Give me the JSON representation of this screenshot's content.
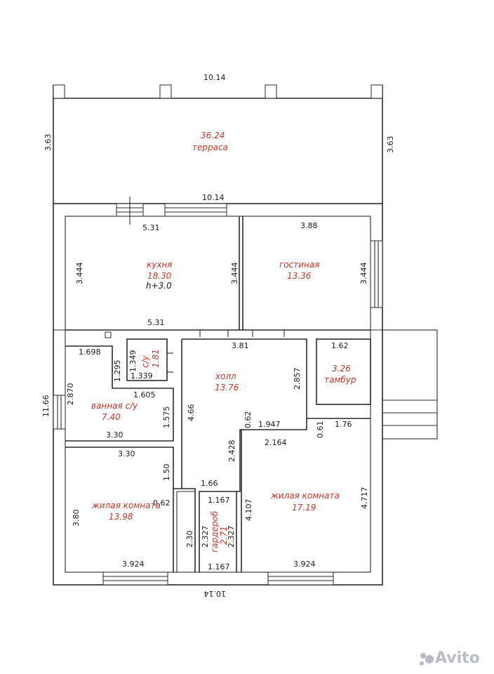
{
  "plan": {
    "rooms": {
      "terrace": {
        "area": "36.24",
        "name": "терраса"
      },
      "kitchen": {
        "name": "кухня",
        "area": "18.30",
        "height": "h+3.0"
      },
      "living": {
        "name": "гостиная",
        "area": "13.36"
      },
      "wc": {
        "name": "с/у",
        "area": "1.81"
      },
      "hall": {
        "name": "холл",
        "area": "13.76"
      },
      "vestibule": {
        "area": "3.26",
        "name": "тамбур"
      },
      "bath": {
        "name": "ванная с/у",
        "area": "7.40"
      },
      "bedroom1": {
        "name": "жилая комната",
        "area": "13.98"
      },
      "wardrobe": {
        "name": "гардероб",
        "area": "2.71"
      },
      "bedroom2": {
        "name": "жилая комната",
        "area": "17.19"
      }
    },
    "dims": {
      "top_width": "10.14",
      "terrace_left": "3.63",
      "terrace_right": "3.63",
      "terrace_bottom": "10.14",
      "kitchen_top": "5.31",
      "kitchen_left": "3.444",
      "kitchen_right": "3.444",
      "kitchen_bottom": "5.31",
      "living_top": "3.88",
      "living_right": "3.444",
      "hall_top": "3.81",
      "vestibule_top": "1.62",
      "vestibule_left": "2.857",
      "bath_top": "1.698",
      "bath_step": "1.295",
      "wc_left": "1.349",
      "wc_bottom": "1.339",
      "bath_mid": "1.605",
      "bath_left": "2.870",
      "bath_right": "1.575",
      "bath_bottom": "3.30",
      "hall_left": "4.66",
      "hall_notch_v": "0.62",
      "hall_notch_h": "1.947",
      "hall_right_notch": "0.61",
      "bed2_top_right": "1.76",
      "hall_lower_h": "2.164",
      "hall_lower_v": "2.428",
      "bed1_top": "3.30",
      "bed1_step_v": "1.50",
      "corridor_bottom": "1.66",
      "bed1_step_h": "0.62",
      "bed1_left": "3.80",
      "bed1_right": "2.30",
      "bed1_bottom": "3.924",
      "ward_top": "1.167",
      "ward_left": "2.327",
      "ward_right": "2.327",
      "ward_bottom": "1.167",
      "bed2_left": "4.107",
      "bed2_right": "4.717",
      "bed2_bottom": "3.924",
      "house_height": "11.66",
      "bottom_width": "10.14"
    },
    "watermark": "Avito"
  }
}
